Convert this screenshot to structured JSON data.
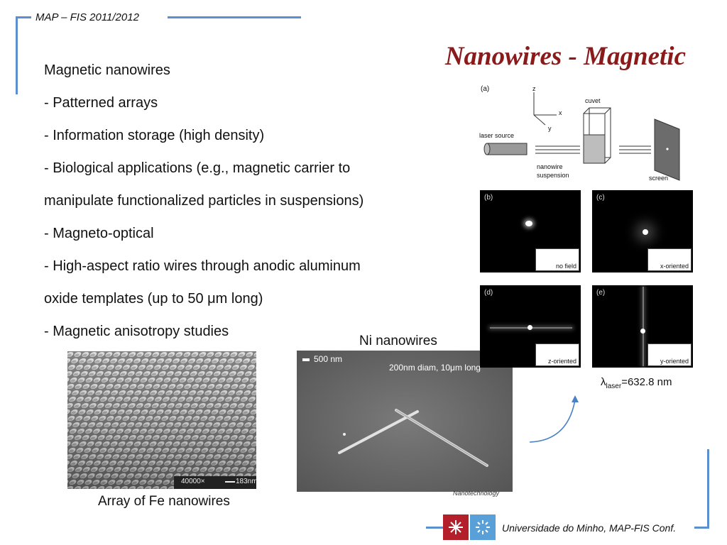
{
  "header": {
    "label": "MAP – FIS 2011/2012"
  },
  "title": "Nanowires - Magnetic",
  "bullets": [
    "Magnetic nanowires",
    "- Patterned arrays",
    "- Information storage (high density)",
    "- Biological applications (e.g., magnetic carrier to",
    "manipulate functionalized particles in suspensions)",
    "- Magneto-optical",
    "- High-aspect ratio wires through anodic aluminum",
    "oxide templates (up to 50 μm long)",
    "- Magnetic anisotropy studies"
  ],
  "fe_image": {
    "caption": "Array of Fe nanowires",
    "scale_left": "40000×",
    "scale_right": "183nm"
  },
  "ni_image": {
    "heading": "Ni nanowires",
    "scale": "500 nm",
    "annotation": "200nm diam, 10μm long",
    "source": "Nanotechnology"
  },
  "diagram": {
    "panel_a": {
      "label": "(a)",
      "axis_z": "z",
      "axis_x": "x",
      "axis_y": "y",
      "cuvet": "cuvet",
      "laser_source": "laser source",
      "suspension_1": "nanowire",
      "suspension_2": "suspension",
      "screen": "screen"
    },
    "panels": [
      {
        "label": "(b)",
        "state": "no field"
      },
      {
        "label": "(c)",
        "state": "x-oriented"
      },
      {
        "label": "(d)",
        "state": "z-oriented"
      },
      {
        "label": "(e)",
        "state": "y-oriented"
      }
    ],
    "wavelength": {
      "symbol": "λ",
      "subscript": "laser",
      "value": "=632.8 nm"
    }
  },
  "footer": {
    "text": "Universidade do Minho, MAP-FIS Conf."
  },
  "colors": {
    "accent": "#5b8fd0",
    "title": "#8b1b1b",
    "logo_red": "#b3202b",
    "logo_blue": "#5aa0d8"
  }
}
